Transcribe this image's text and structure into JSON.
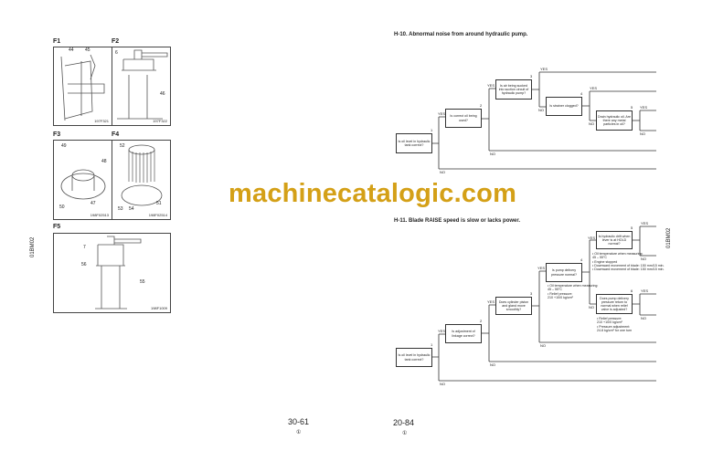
{
  "left_page": {
    "figures": [
      {
        "label": "F1",
        "code": "197F321",
        "callouts": [
          "44",
          "45"
        ]
      },
      {
        "label": "F2",
        "code": "197F322",
        "callouts": [
          "6",
          "46"
        ]
      },
      {
        "label": "F3",
        "code": "198F02513",
        "callouts": [
          "49",
          "48",
          "50",
          "47"
        ]
      },
      {
        "label": "F4",
        "code": "198F02514",
        "callouts": [
          "52",
          "53",
          "54",
          "51"
        ]
      },
      {
        "label": "F5",
        "code": "198F1009",
        "callouts": [
          "7",
          "56",
          "55"
        ]
      }
    ],
    "side_code": "01BM02",
    "page_number": "30-61",
    "revision": "①"
  },
  "right_page": {
    "side_code": "01BM02",
    "page_number": "20-84",
    "revision": "①",
    "yes": "YES",
    "no": "NO",
    "h10": {
      "title": "H-10.  Abnormal noise from around hydraulic pump.",
      "boxes": [
        {
          "n": "1",
          "text": "Is oil level in hydraulic tank correct?"
        },
        {
          "n": "2",
          "text": "Is correct oil being used?"
        },
        {
          "n": "3",
          "text": "Is air being sucked into suction circuit of hydraulic pump?"
        },
        {
          "n": "4",
          "text": "Is strainer clogged?"
        },
        {
          "n": "5",
          "text": "Drain hydraulic oil. Are there any metal particles in oil?"
        }
      ]
    },
    "h11": {
      "title": "H-11.  Blade RAISE speed is slow or lacks power.",
      "boxes": [
        {
          "n": "1",
          "text": "Is oil level in hydraulic tank correct?"
        },
        {
          "n": "2",
          "text": "Is adjustment of linkage correct?"
        },
        {
          "n": "3",
          "text": "Does cylinder piston and gland move smoothly?"
        },
        {
          "n": "4",
          "text": "Is pump delivery pressure normal?"
        },
        {
          "n": "5",
          "text": "Is hydraulic drift when lever is at HOLD normal?"
        },
        {
          "n": "6",
          "text": "Does pump delivery pressure return to normal when relief valve is adjusted?"
        }
      ],
      "notes_box4": [
        "• Oil temperature when measuring:",
        "   45 – 55°C",
        "• Relief pressure:",
        "   210 +10/0 kg/cm²"
      ],
      "notes_box5": [
        "• Oil temperature when measuring:",
        "   45 – 55°C",
        "• Engine stopped",
        "• Downward movement of blade: 150 mm/15 min.",
        "• Downward movement of blade: 150 mm/15 min."
      ],
      "notes_box6": [
        "• Relief pressure:",
        "   210 +10/0 kg/cm²",
        "• Pressure adjustment:",
        "   24.8 kg/cm² for one turn"
      ]
    }
  },
  "watermark": "machinecatalogic.com"
}
